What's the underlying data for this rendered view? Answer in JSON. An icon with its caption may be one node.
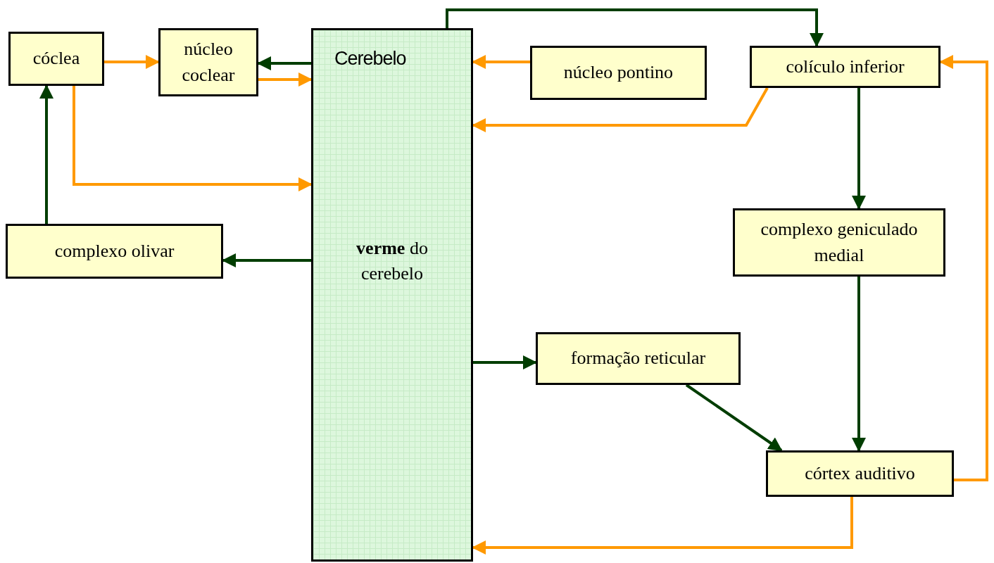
{
  "diagram": {
    "nodes": [
      {
        "text": [
          "cóclea"
        ]
      },
      {
        "text": [
          "núcleo coclear"
        ]
      },
      {
        "text": [
          "Cerebelo",
          "**verme** do cerebelo"
        ]
      },
      {
        "text": [
          "núcleo pontino"
        ]
      },
      {
        "text": [
          "colículo inferior"
        ]
      },
      {
        "text": [
          "complexo olivar"
        ]
      },
      {
        "text": [
          "complexo geniculado medial"
        ]
      },
      {
        "text": [
          "formação reticular"
        ]
      },
      {
        "text": [
          "córtex auditivo"
        ]
      }
    ],
    "edges": [
      {
        "from": 0,
        "to": 1,
        "arrow": "to",
        "color": "#ff9900"
      },
      {
        "from": 2,
        "to": 1,
        "arrow": "to"
      },
      {
        "from": 1,
        "to": 2,
        "arrow": "to",
        "color": "#ff9900"
      },
      {
        "from": 2,
        "to": 4,
        "arrow": "to"
      },
      {
        "from": 3,
        "to": 2,
        "arrow": "to",
        "color": "#ff9900"
      },
      {
        "from": 4,
        "to": 2,
        "arrow": "to",
        "color": "#ff9900"
      },
      {
        "from": 0,
        "to": 2,
        "arrow": "to",
        "color": "#ff9900"
      },
      {
        "from": 5,
        "to": 0,
        "arrow": "to"
      },
      {
        "from": 2,
        "to": 5,
        "arrow": "to"
      },
      {
        "from": 4,
        "to": 6,
        "arrow": "to"
      },
      {
        "from": 6,
        "to": 8,
        "arrow": "to"
      },
      {
        "from": 2,
        "to": 7,
        "arrow": "to"
      },
      {
        "from": 7,
        "to": 8,
        "arrow": "to"
      },
      {
        "from": 8,
        "to": 4,
        "arrow": "to",
        "color": "#ff9900"
      },
      {
        "from": 8,
        "to": 2,
        "arrow": "to",
        "color": "#ff9900"
      }
    ]
  }
}
